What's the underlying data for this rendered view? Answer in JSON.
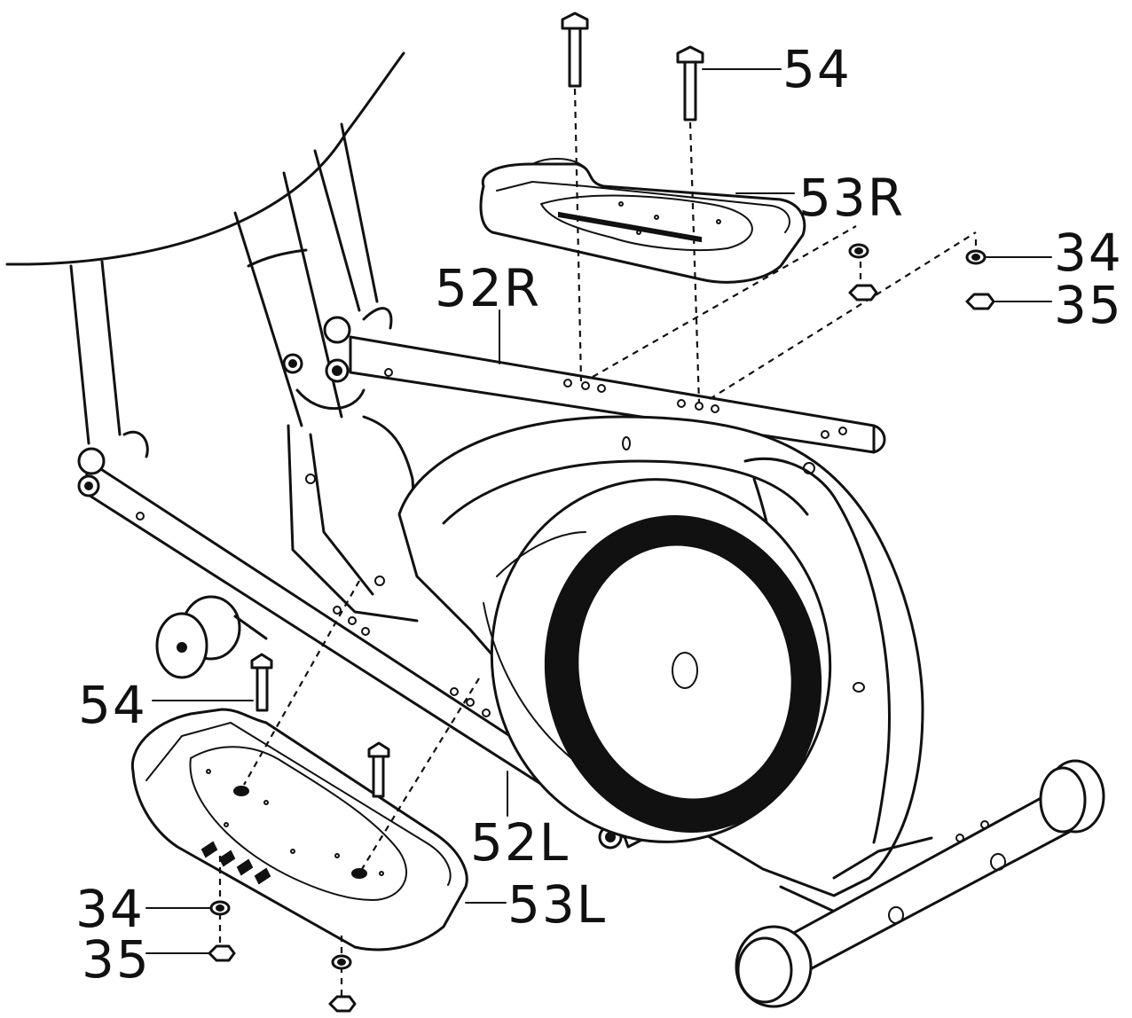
{
  "callouts": {
    "bolt_right": "54",
    "pedal_right": "53R",
    "washer_right": "34",
    "nut_right": "35",
    "pedal_arm_right": "52R",
    "bolt_left": "54",
    "pedal_arm_left": "52L",
    "pedal_left": "53L",
    "washer_left": "34",
    "nut_left": "35"
  }
}
